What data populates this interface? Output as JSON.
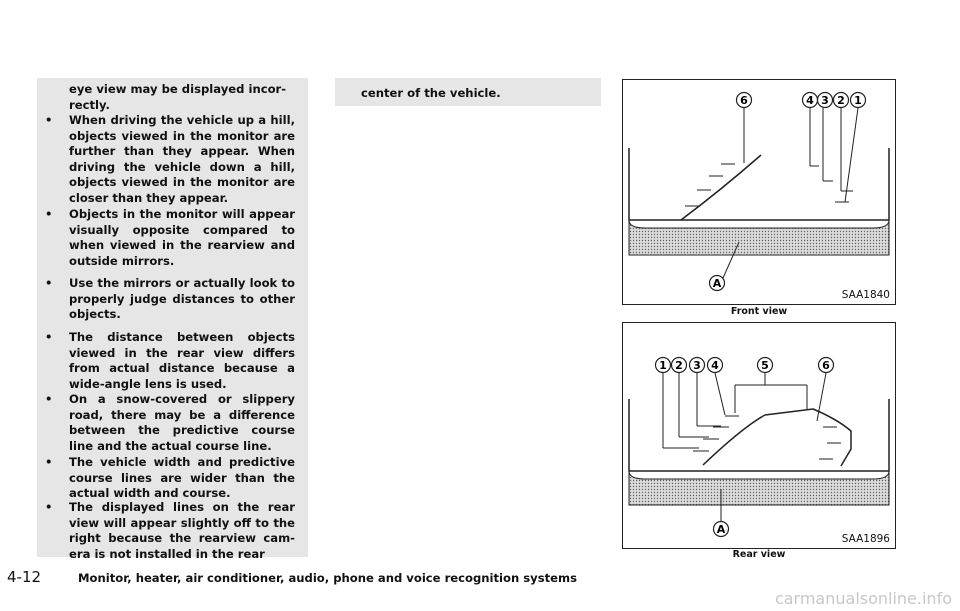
{
  "continuation": "eye view may be displayed incor-\nrectly.",
  "bullets": [
    {
      "mark": "•",
      "text": "When driving the vehicle up a hill, objects viewed in the monitor are further than they appear. When driving the vehicle down a hill, objects viewed in the monitor are closer than they appear."
    },
    {
      "mark": "•",
      "text": "Objects in the monitor will appear visually opposite compared to when viewed in the rearview and outside mirrors."
    },
    {
      "mark": "•",
      "text": "Use the mirrors or actually look to properly judge distances to other objects."
    },
    {
      "mark": "•",
      "text": "The distance between objects viewed in the rear view differs from actual distance because a wide-angle lens is used."
    },
    {
      "mark": "•",
      "text": "On a snow-covered or slippery road, there may be a difference between the predictive course line and the actual course line."
    },
    {
      "mark": "•",
      "text": "The vehicle width and predictive course lines are wider than the actual width and course."
    },
    {
      "mark": "•",
      "text": "The displayed lines on the rear view will appear slightly off to the right because the rearview cam-era is not installed in the rear"
    }
  ],
  "col2_text": "center of the vehicle.",
  "figure_front": {
    "id": "SAA1840",
    "caption": "Front view",
    "callouts": [
      "6",
      "4",
      "3",
      "2",
      "1",
      "A"
    ]
  },
  "figure_rear": {
    "id": "SAA1896",
    "caption": "Rear view",
    "callouts": [
      "1",
      "2",
      "3",
      "4",
      "5",
      "6",
      "A"
    ]
  },
  "footer": {
    "page_number": "4-12",
    "section_title": "Monitor, heater, air conditioner, audio, phone and voice recognition systems"
  },
  "watermark": "carmanualsonline.info"
}
